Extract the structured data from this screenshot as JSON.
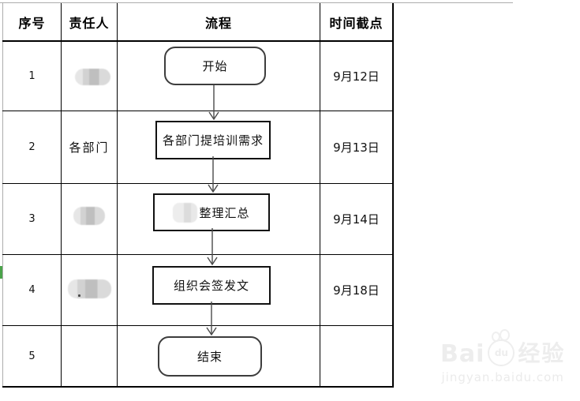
{
  "table": {
    "headers": [
      "序号",
      "责任人",
      "流程",
      "时间截点"
    ],
    "rows": [
      {
        "num": "1",
        "owner": "",
        "owner_redacted": true,
        "date": "9月12日"
      },
      {
        "num": "2",
        "owner": "各部门",
        "owner_redacted": false,
        "date": "9月13日"
      },
      {
        "num": "3",
        "owner": "",
        "owner_redacted": true,
        "date": "9月14日"
      },
      {
        "num": "4",
        "owner": "",
        "owner_redacted": true,
        "date": "9月18日"
      },
      {
        "num": "5",
        "owner": "",
        "owner_redacted": false,
        "date": ""
      }
    ]
  },
  "flow": {
    "start_label": "开始",
    "step2_label": "各部门提培训需求",
    "step3_label": "整理汇总",
    "step3_prefix_redacted": true,
    "step4_label": "组织会签发文",
    "end_label": "结束"
  },
  "watermark": {
    "brand_bai": "Bai",
    "brand_du": "du",
    "brand_suffix": "经验",
    "url": "jingyan.baidu.com"
  },
  "colors": {
    "grid": "#000000",
    "outer_edge": "#adadad",
    "accent_green": "#4aa34a",
    "redaction": "#c9c9c9",
    "watermark": "#ececec"
  }
}
